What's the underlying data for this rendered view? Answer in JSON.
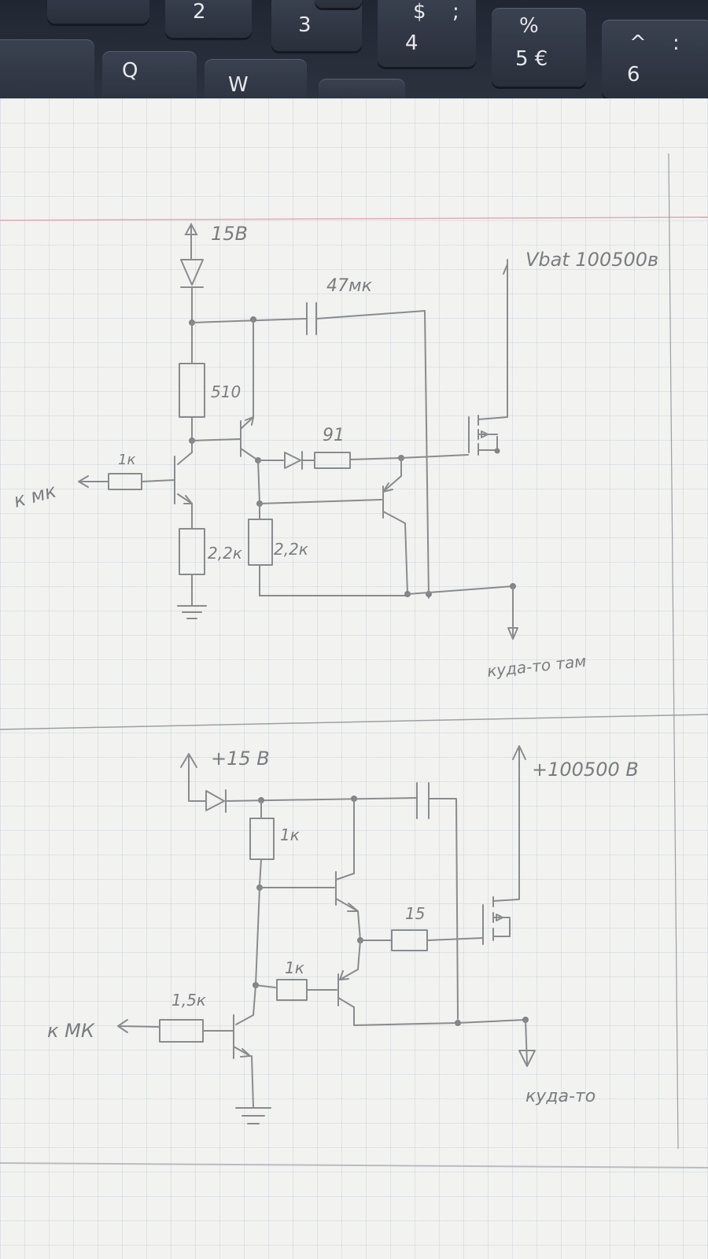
{
  "keyboard": {
    "keys": [
      "2",
      "3",
      "$",
      ";",
      "4",
      "%",
      "5 €",
      "^",
      ":",
      "6",
      "Q",
      "W",
      "№"
    ]
  },
  "circuit_top": {
    "supply": "15В",
    "cap": "47мк",
    "resistor_base": "1к",
    "resistor_collector": "510",
    "resistor_gate": "91",
    "resistor_emitter": "2,2к",
    "resistor_lower": "2,2к",
    "input": "к мк",
    "vbat": "Vbat 100500в",
    "output": "куда-то там"
  },
  "circuit_bottom": {
    "supply": "+15 В",
    "resistor_top": "1к",
    "resistor_gate": "15",
    "resistor_base_lower": "1к",
    "resistor_input": "1,5к",
    "input": "к МК",
    "vplus": "+100500 В",
    "output": "куда-то"
  }
}
